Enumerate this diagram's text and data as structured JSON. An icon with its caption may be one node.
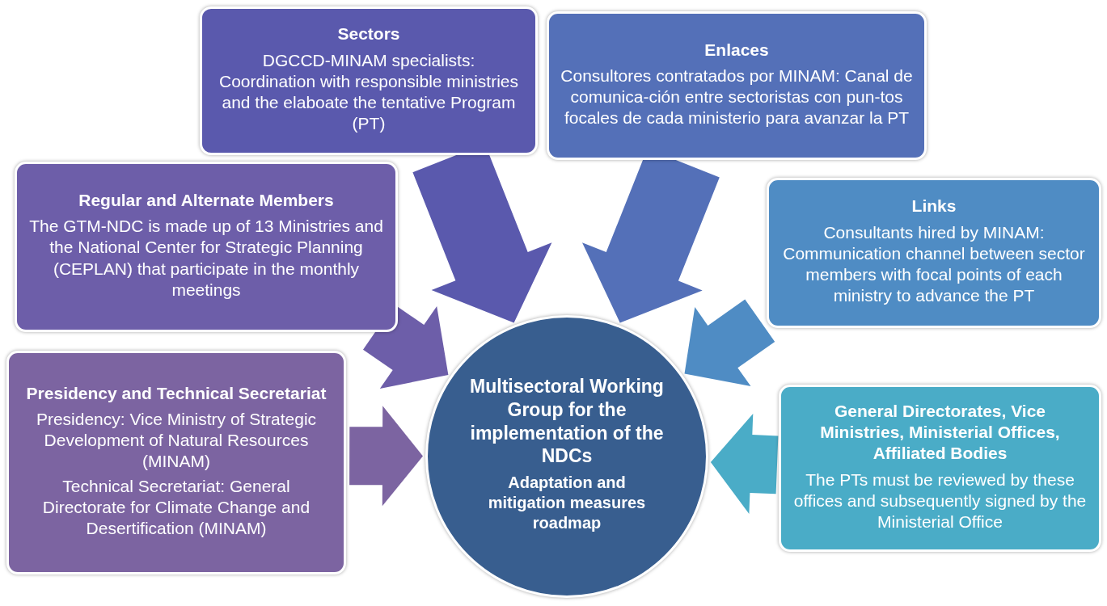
{
  "diagram": {
    "nodes": [
      {
        "text": [
          "Sectors",
          "DGCCD-MINAM specialists: Coordination with responsible ministries and the elaboate the tentative Program (PT)"
        ]
      },
      {
        "text": [
          "Enlaces",
          "Consultores contratados por MINAM: Canal de comunica-ción entre sectoristas con pun-tos focales de cada ministerio para avanzar la PT"
        ]
      },
      {
        "text": [
          "Regular and Alternate Members",
          "The GTM-NDC is made up of 13 Ministries and the National Center for Strategic Planning (CEPLAN) that participate in the monthly meetings"
        ]
      },
      {
        "text": [
          "Links",
          "Consultants hired by MINAM: Communication channel between sector members with focal points of each ministry to advance the PT"
        ]
      },
      {
        "text": [
          "Presidency and Technical Secretariat",
          "Presidency: Vice Ministry of Strategic Development of Natural Resources (MINAM)",
          "Technical Secretariat: General Directorate for Climate Change and Desertification (MINAM)"
        ]
      },
      {
        "text": [
          "General Directorates, Vice Ministries, Ministerial Offices, Affiliated Bodies",
          "The PTs must be reviewed by these offices and subsequently signed by the Ministerial Office"
        ]
      },
      {
        "text": [
          "Multisectoral Working Group for the implementation of the NDCs",
          "Adaptation and mitigation measures roadmap"
        ]
      }
    ],
    "edges": [
      {
        "from": 0,
        "to": 6,
        "arrow": "to",
        "style": "thick",
        "color": "#5a59ad"
      },
      {
        "from": 1,
        "to": 6,
        "arrow": "to",
        "style": "thick",
        "color": "#5470b8"
      },
      {
        "from": 2,
        "to": 6,
        "arrow": "to",
        "style": "thick",
        "color": "#6d5ea9"
      },
      {
        "from": 3,
        "to": 6,
        "arrow": "to",
        "style": "thick",
        "color": "#4f8cc4"
      },
      {
        "from": 4,
        "to": 6,
        "arrow": "to",
        "style": "thick",
        "color": "#7c64a1"
      },
      {
        "from": 5,
        "to": 6,
        "arrow": "to",
        "style": "thick",
        "color": "#4aacc7"
      }
    ]
  }
}
